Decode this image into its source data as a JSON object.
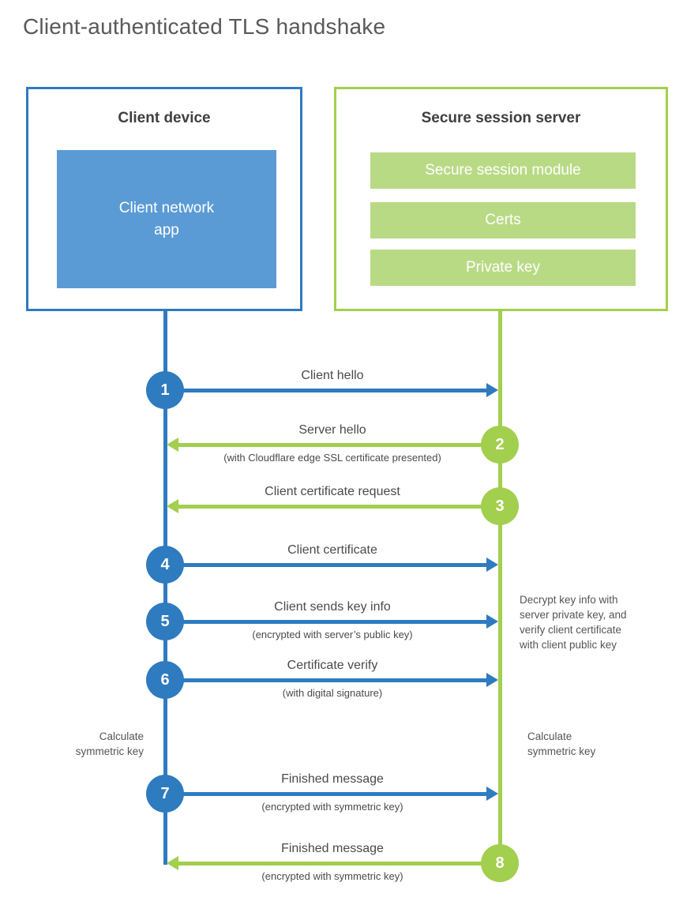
{
  "title": "Client-authenticated TLS handshake",
  "colors": {
    "blue": "#2e7bc0",
    "blue_light": "#5b9bd5",
    "green": "#a2cf4d",
    "green_light": "#b9da85"
  },
  "client": {
    "title": "Client device",
    "app_label": "Client network\napp"
  },
  "server": {
    "title": "Secure session server",
    "modules": [
      "Secure session module",
      "Certs",
      "Private key"
    ]
  },
  "steps": [
    {
      "num": "1",
      "label": "Client hello",
      "direction": "client-to-server"
    },
    {
      "num": "2",
      "label": "Server hello",
      "sub": "(with Cloudflare edge SSL certificate presented)",
      "direction": "server-to-client"
    },
    {
      "num": "3",
      "label": "Client certificate request",
      "direction": "server-to-client"
    },
    {
      "num": "4",
      "label": "Client certificate",
      "direction": "client-to-server"
    },
    {
      "num": "5",
      "label": "Client sends key info",
      "sub": "(encrypted with server’s public key)",
      "direction": "client-to-server"
    },
    {
      "num": "6",
      "label": "Certificate verify",
      "sub": "(with digital signature)",
      "direction": "client-to-server"
    },
    {
      "num": "7",
      "label": "Finished message",
      "sub": "(encrypted with symmetric key)",
      "direction": "client-to-server"
    },
    {
      "num": "8",
      "label": "Finished message",
      "sub": "(encrypted with symmetric key)",
      "direction": "server-to-client"
    }
  ],
  "notes": {
    "decrypt": "Decrypt key info with\nserver private key, and\nverify client certificate\nwith client public key",
    "calc_left": "Calculate\nsymmetric key",
    "calc_right": "Calculate\nsymmetric key"
  }
}
